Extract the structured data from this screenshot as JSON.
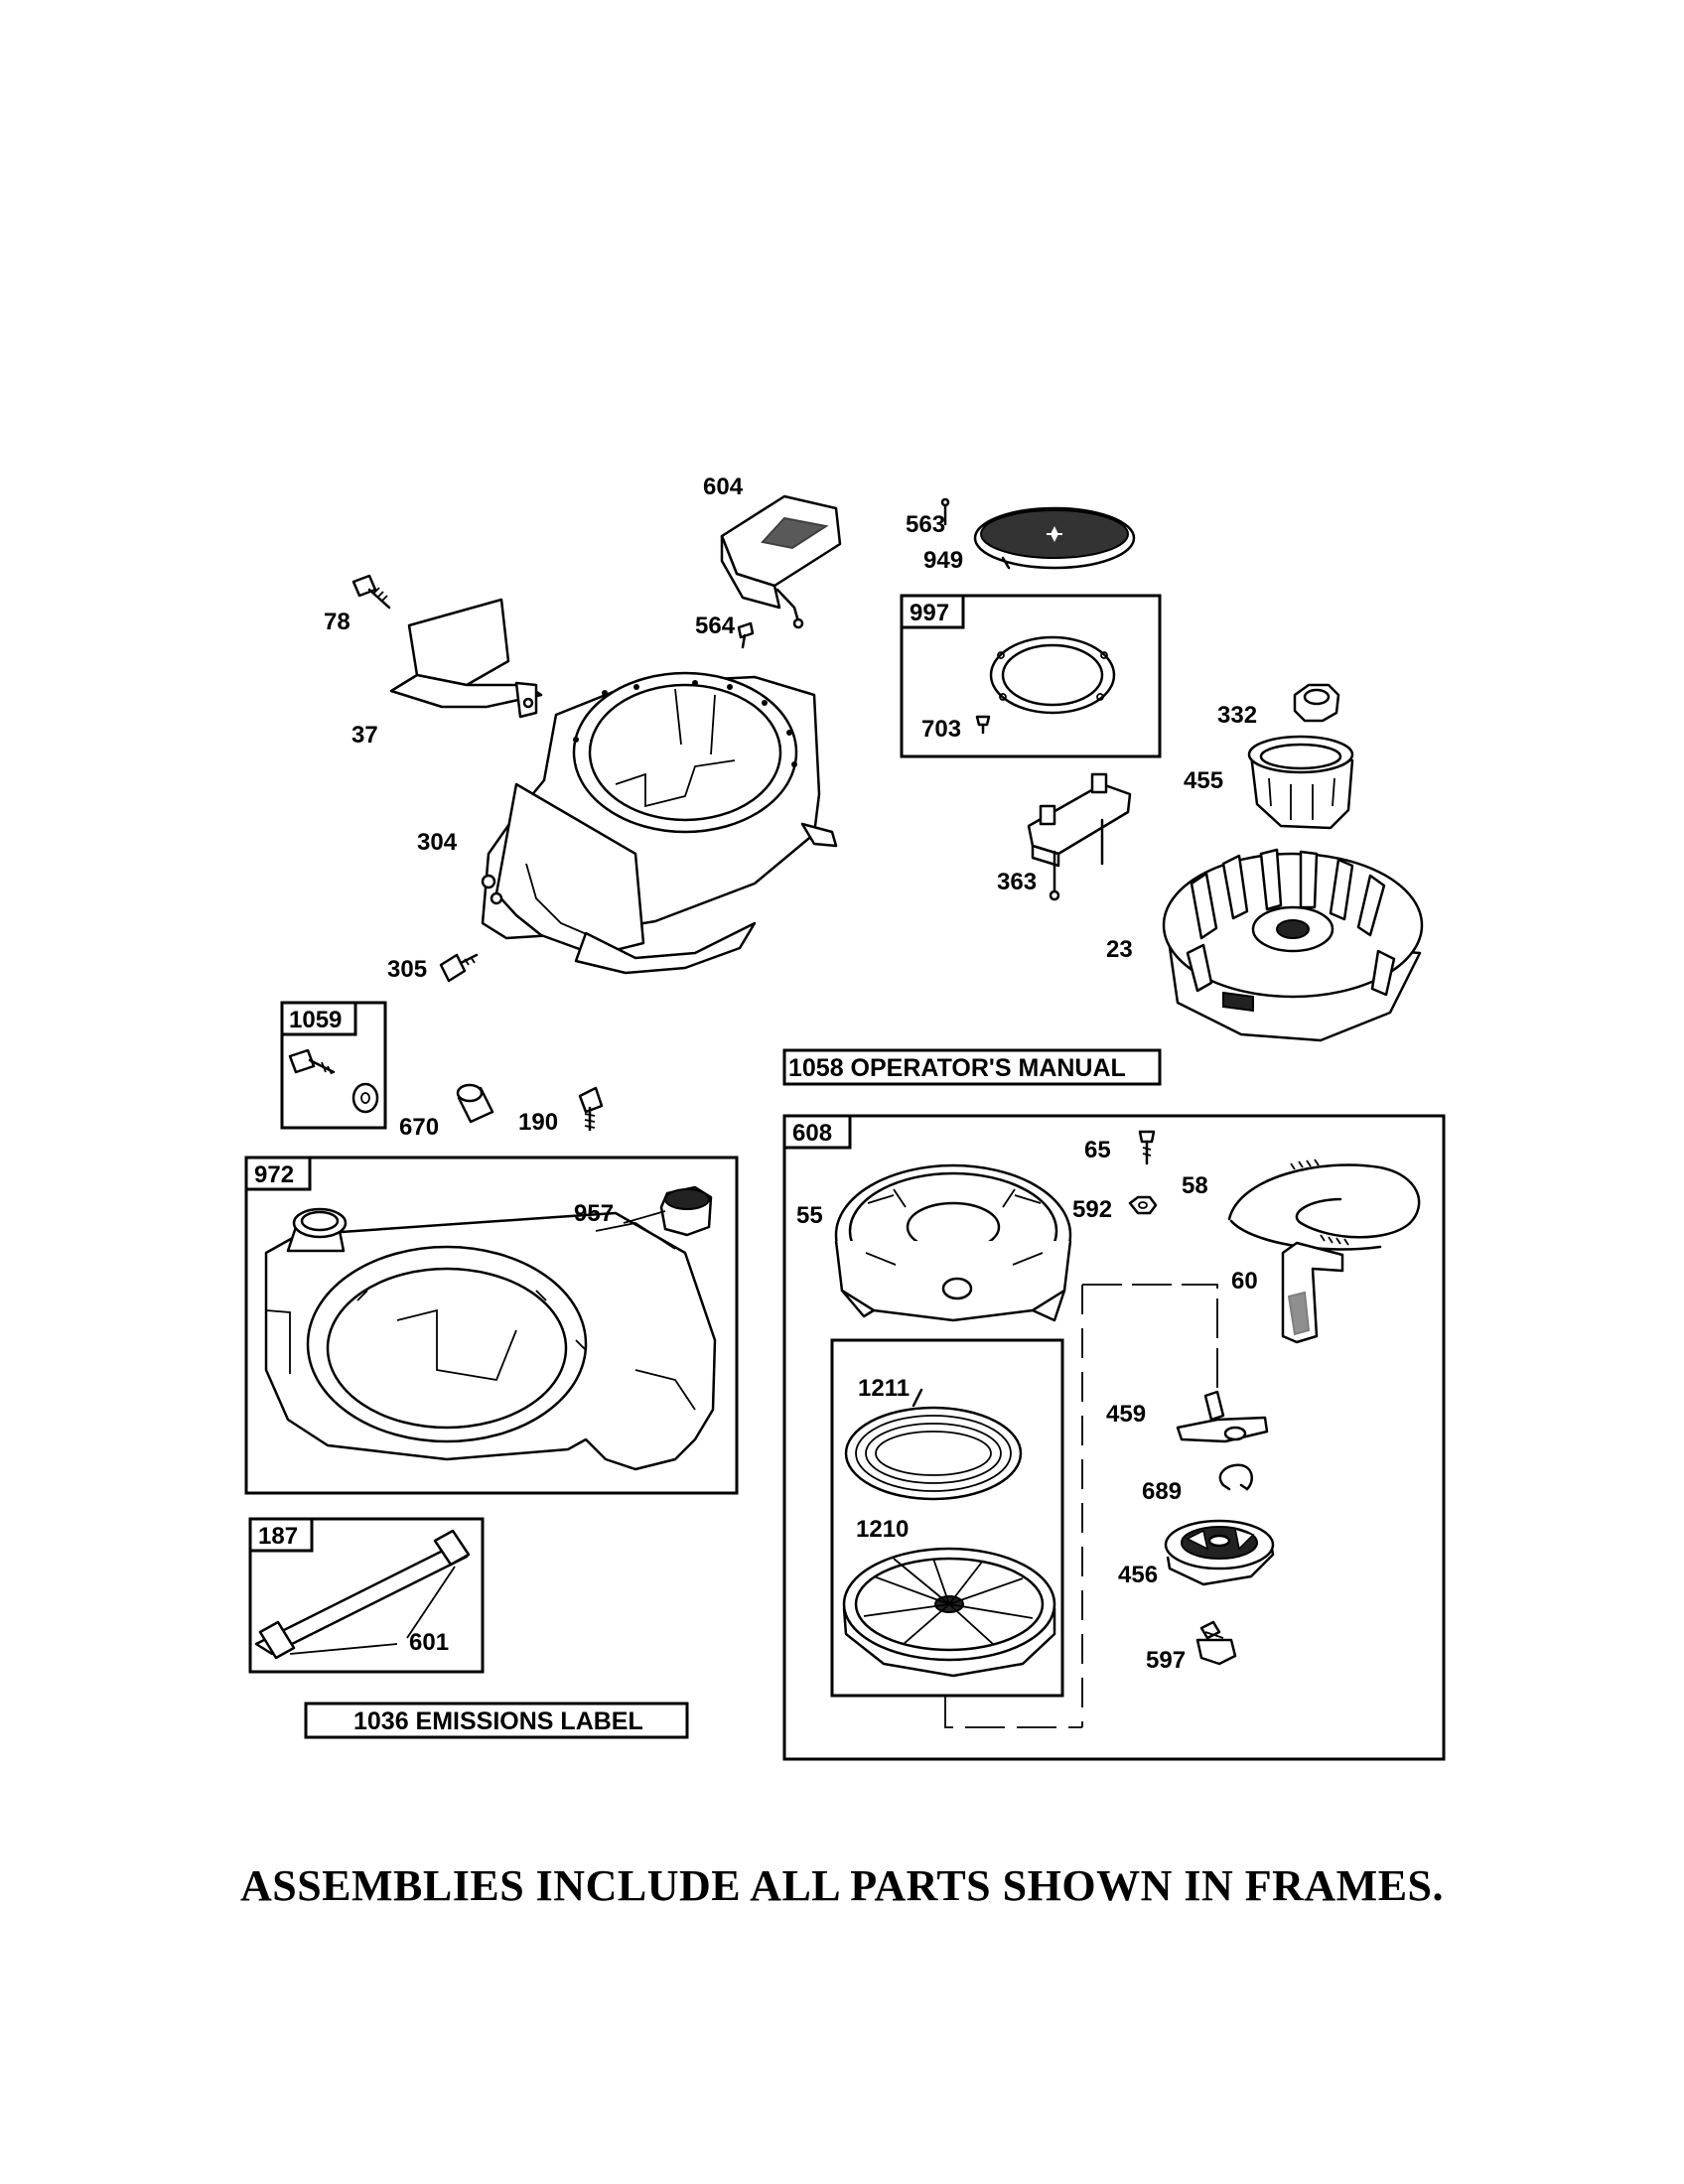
{
  "part_labels": {
    "p604": "604",
    "p563": "563",
    "p949": "949",
    "p78": "78",
    "p564": "564",
    "p997": "997",
    "p703": "703",
    "p37": "37",
    "p332": "332",
    "p455": "455",
    "p304": "304",
    "p363": "363",
    "p305": "305",
    "p23": "23",
    "p1059": "1059",
    "p670": "670",
    "p190": "190",
    "p608": "608",
    "p65": "65",
    "p55": "55",
    "p592": "592",
    "p58": "58",
    "p972": "972",
    "p957": "957",
    "p60": "60",
    "p1211": "1211",
    "p459": "459",
    "p689": "689",
    "p1210": "1210",
    "p456": "456",
    "p187": "187",
    "p601": "601",
    "p597": "597"
  },
  "banners": {
    "operators_manual": "1058 OPERATOR'S MANUAL",
    "emissions_label": "1036 EMISSIONS LABEL"
  },
  "footer": "ASSEMBLIES INCLUDE ALL PARTS SHOWN IN FRAMES."
}
